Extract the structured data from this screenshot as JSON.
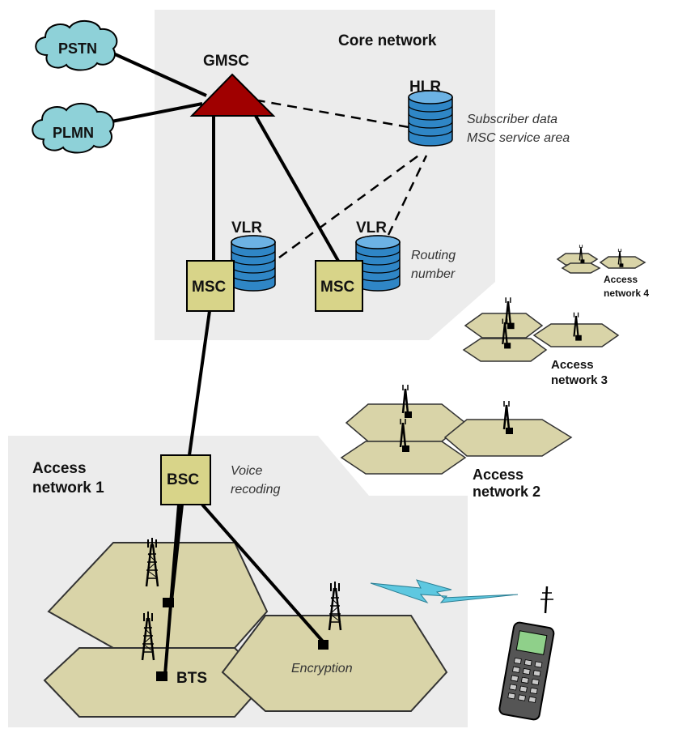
{
  "regions": {
    "core": "Core network",
    "access1": [
      "Access",
      "network 1"
    ],
    "access2": [
      "Access",
      "network 2"
    ],
    "access3": [
      "Access",
      "network 3"
    ],
    "access4": [
      "Access",
      "network 4"
    ]
  },
  "nodes": {
    "pstn": "PSTN",
    "plmn": "PLMN",
    "gmsc": "GMSC",
    "hlr": "HLR",
    "vlr1": "VLR",
    "vlr2": "VLR",
    "msc1": "MSC",
    "msc2": "MSC",
    "bsc": "BSC",
    "bts": "BTS"
  },
  "annotations": {
    "hlr_note": [
      "Subscriber data",
      "MSC service area"
    ],
    "routing": [
      "Routing",
      "number"
    ],
    "voice": [
      "Voice",
      "recoding"
    ],
    "encryption": "Encryption"
  },
  "colors": {
    "region_bg": "#ececec",
    "hex_fill": "#d9d4a8",
    "box_fill": "#d8d489",
    "database": "#2f86c6",
    "gmsc": "#a00000",
    "cloud": "#8ed1d8",
    "radio_bolt": "#5ec8e0"
  }
}
